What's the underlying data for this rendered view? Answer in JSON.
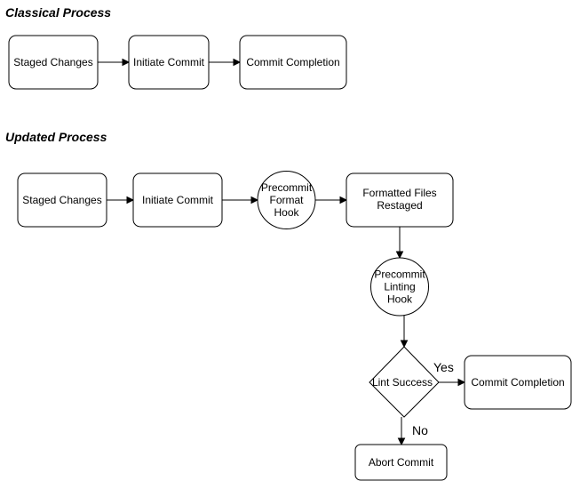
{
  "sections": {
    "classical": {
      "title": "Classical Process"
    },
    "updated": {
      "title": "Updated  Process"
    }
  },
  "classical": {
    "staged": [
      "Staged Changes"
    ],
    "initiate": [
      "Initiate Commit"
    ],
    "completion": [
      "Commit Completion"
    ]
  },
  "updated": {
    "staged": [
      "Staged Changes"
    ],
    "initiate": [
      "Initiate Commit"
    ],
    "format_hook": [
      "Precommit",
      "Format",
      "Hook"
    ],
    "restaged": [
      "Formatted Files",
      "Restaged"
    ],
    "lint_hook": [
      "Precommit",
      "Linting",
      "Hook"
    ],
    "decision": [
      "Lint Success"
    ],
    "completion": [
      "Commit Completion"
    ],
    "abort": [
      "Abort Commit"
    ]
  },
  "edge_labels": {
    "yes": "Yes",
    "no": "No"
  },
  "colors": {
    "stroke": "#000000",
    "fill": "#ffffff",
    "text": "#000000"
  }
}
